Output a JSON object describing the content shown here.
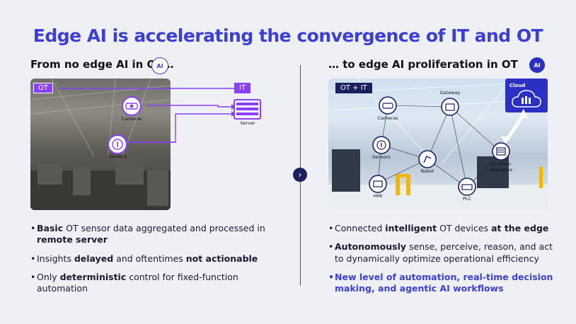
{
  "title": "Edge AI is accelerating the convergence of IT and OT",
  "left": {
    "heading": "From no edge AI in OT…",
    "badge": "AI",
    "ot_tag": "OT",
    "it_tag": "IT",
    "server": "Server",
    "cameras": "Cameras",
    "sensors": "Sensors",
    "bullets": [
      {
        "parts": [
          [
            "b",
            "Basic"
          ],
          [
            "t",
            " OT sensor data aggregated and processed in "
          ],
          [
            "b",
            "remote server"
          ]
        ]
      },
      {
        "parts": [
          [
            "t",
            "Insights "
          ],
          [
            "b",
            "delayed"
          ],
          [
            "t",
            " and oftentimes "
          ],
          [
            "b",
            "not actionable"
          ]
        ]
      },
      {
        "parts": [
          [
            "t",
            "Only "
          ],
          [
            "b",
            "deterministic"
          ],
          [
            "t",
            " control for fixed-function automation"
          ]
        ]
      }
    ]
  },
  "right": {
    "heading": "… to edge AI proliferation in OT",
    "badge": "AI",
    "otit_tag": "OT + IT",
    "cloud": "Cloud",
    "nodes": {
      "gateway": "Gateway",
      "cameras": "Cameras",
      "sensors": "Sensors",
      "robot": "Robot",
      "onprem": "On-Prem Appliance",
      "hmi": "HMI",
      "plc": "PLC"
    },
    "bullets": [
      {
        "parts": [
          [
            "t",
            "Connected "
          ],
          [
            "b",
            "intelligent"
          ],
          [
            "t",
            " OT devices "
          ],
          [
            "b",
            "at the edge"
          ]
        ]
      },
      {
        "parts": [
          [
            "b",
            "Autonomously"
          ],
          [
            "t",
            " sense, perceive, reason, and act to dynamically optimize operational efficiency"
          ]
        ]
      },
      {
        "hl": true,
        "parts": [
          [
            "t",
            "New level of automation, real-time decision making, and agentic AI workflows"
          ]
        ]
      }
    ]
  },
  "colors": {
    "title": "#3b3fd4",
    "accent": "#8a3ffc",
    "dark_navy": "#1b1f5e"
  }
}
